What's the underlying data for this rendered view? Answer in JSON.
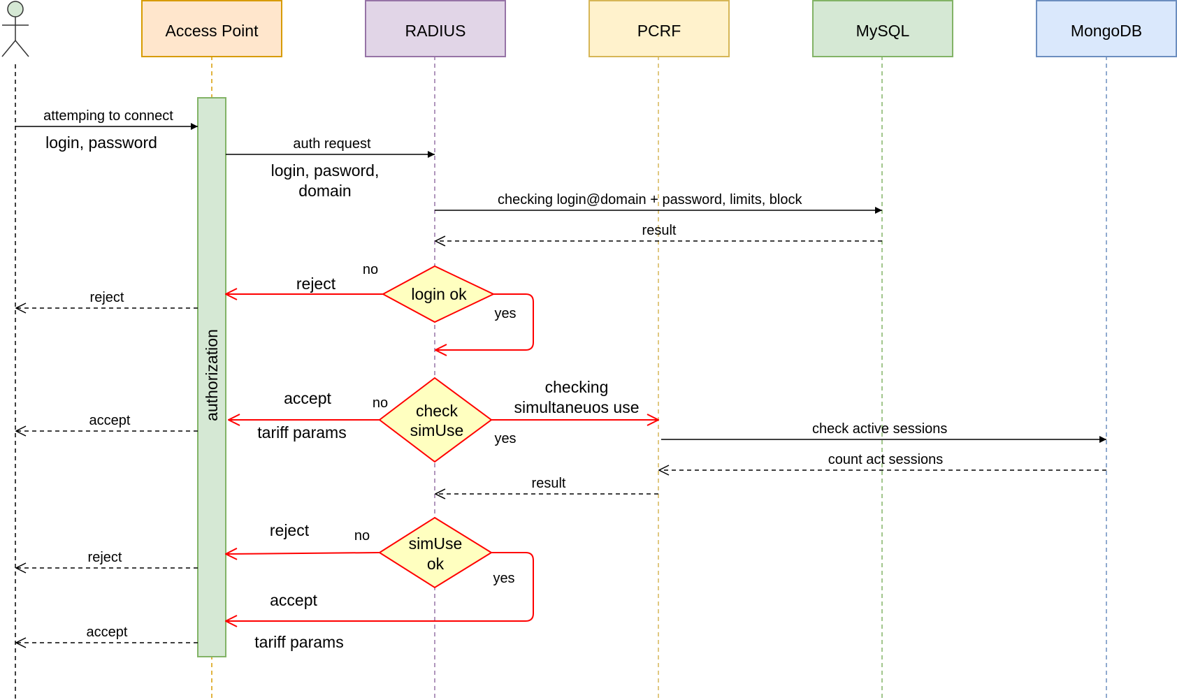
{
  "participants": [
    {
      "name": "Access Point",
      "fill": "#ffe6cc",
      "stroke": "#d79b00"
    },
    {
      "name": "RADIUS",
      "fill": "#e1d5e7",
      "stroke": "#9673a6"
    },
    {
      "name": "PCRF",
      "fill": "#fff2cc",
      "stroke": "#d6b656"
    },
    {
      "name": "MySQL",
      "fill": "#d5e8d4",
      "stroke": "#82b366"
    },
    {
      "name": "MongoDB",
      "fill": "#dae8fc",
      "stroke": "#6c8ebf"
    }
  ],
  "activation": {
    "label": "authorization",
    "fill": "#d5e8d4",
    "stroke": "#82b366"
  },
  "messages": {
    "attempt": "attemping to connect",
    "attempt_sub": "login, password",
    "auth_request": "auth request",
    "auth_sub_1": "login, pasword,",
    "auth_sub_2": "domain",
    "checking_mysql": "checking login@domain + password, limits, block",
    "result_mysql": "result",
    "reject_1_ap": "reject",
    "reject_1_user": "reject",
    "no_1": "no",
    "yes_1": "yes",
    "accept_1_ap": "accept",
    "tariff_1": "tariff params",
    "accept_1_user": "accept",
    "no_2": "no",
    "yes_2": "yes",
    "checking_sim_1": "checking",
    "checking_sim_2": "simultaneuos use",
    "check_active": "check active sessions",
    "count_act": "count act sessions",
    "result_pcrf": "result",
    "reject_2_ap": "reject",
    "reject_2_user": "reject",
    "no_3": "no",
    "yes_3": "yes",
    "accept_2_ap": "accept",
    "tariff_2": "tariff params",
    "accept_2_user": "accept"
  },
  "conditions": {
    "login_ok": "login ok",
    "check_sim_1": "check",
    "check_sim_2": "simUse",
    "simuse_ok_1": "simUse",
    "simuse_ok_2": "ok"
  },
  "colors": {
    "red": "#ff0000",
    "diamond_fill": "#ffffc0",
    "actor_fill": "#d5e8d4",
    "actor_stroke": "#82b366"
  }
}
